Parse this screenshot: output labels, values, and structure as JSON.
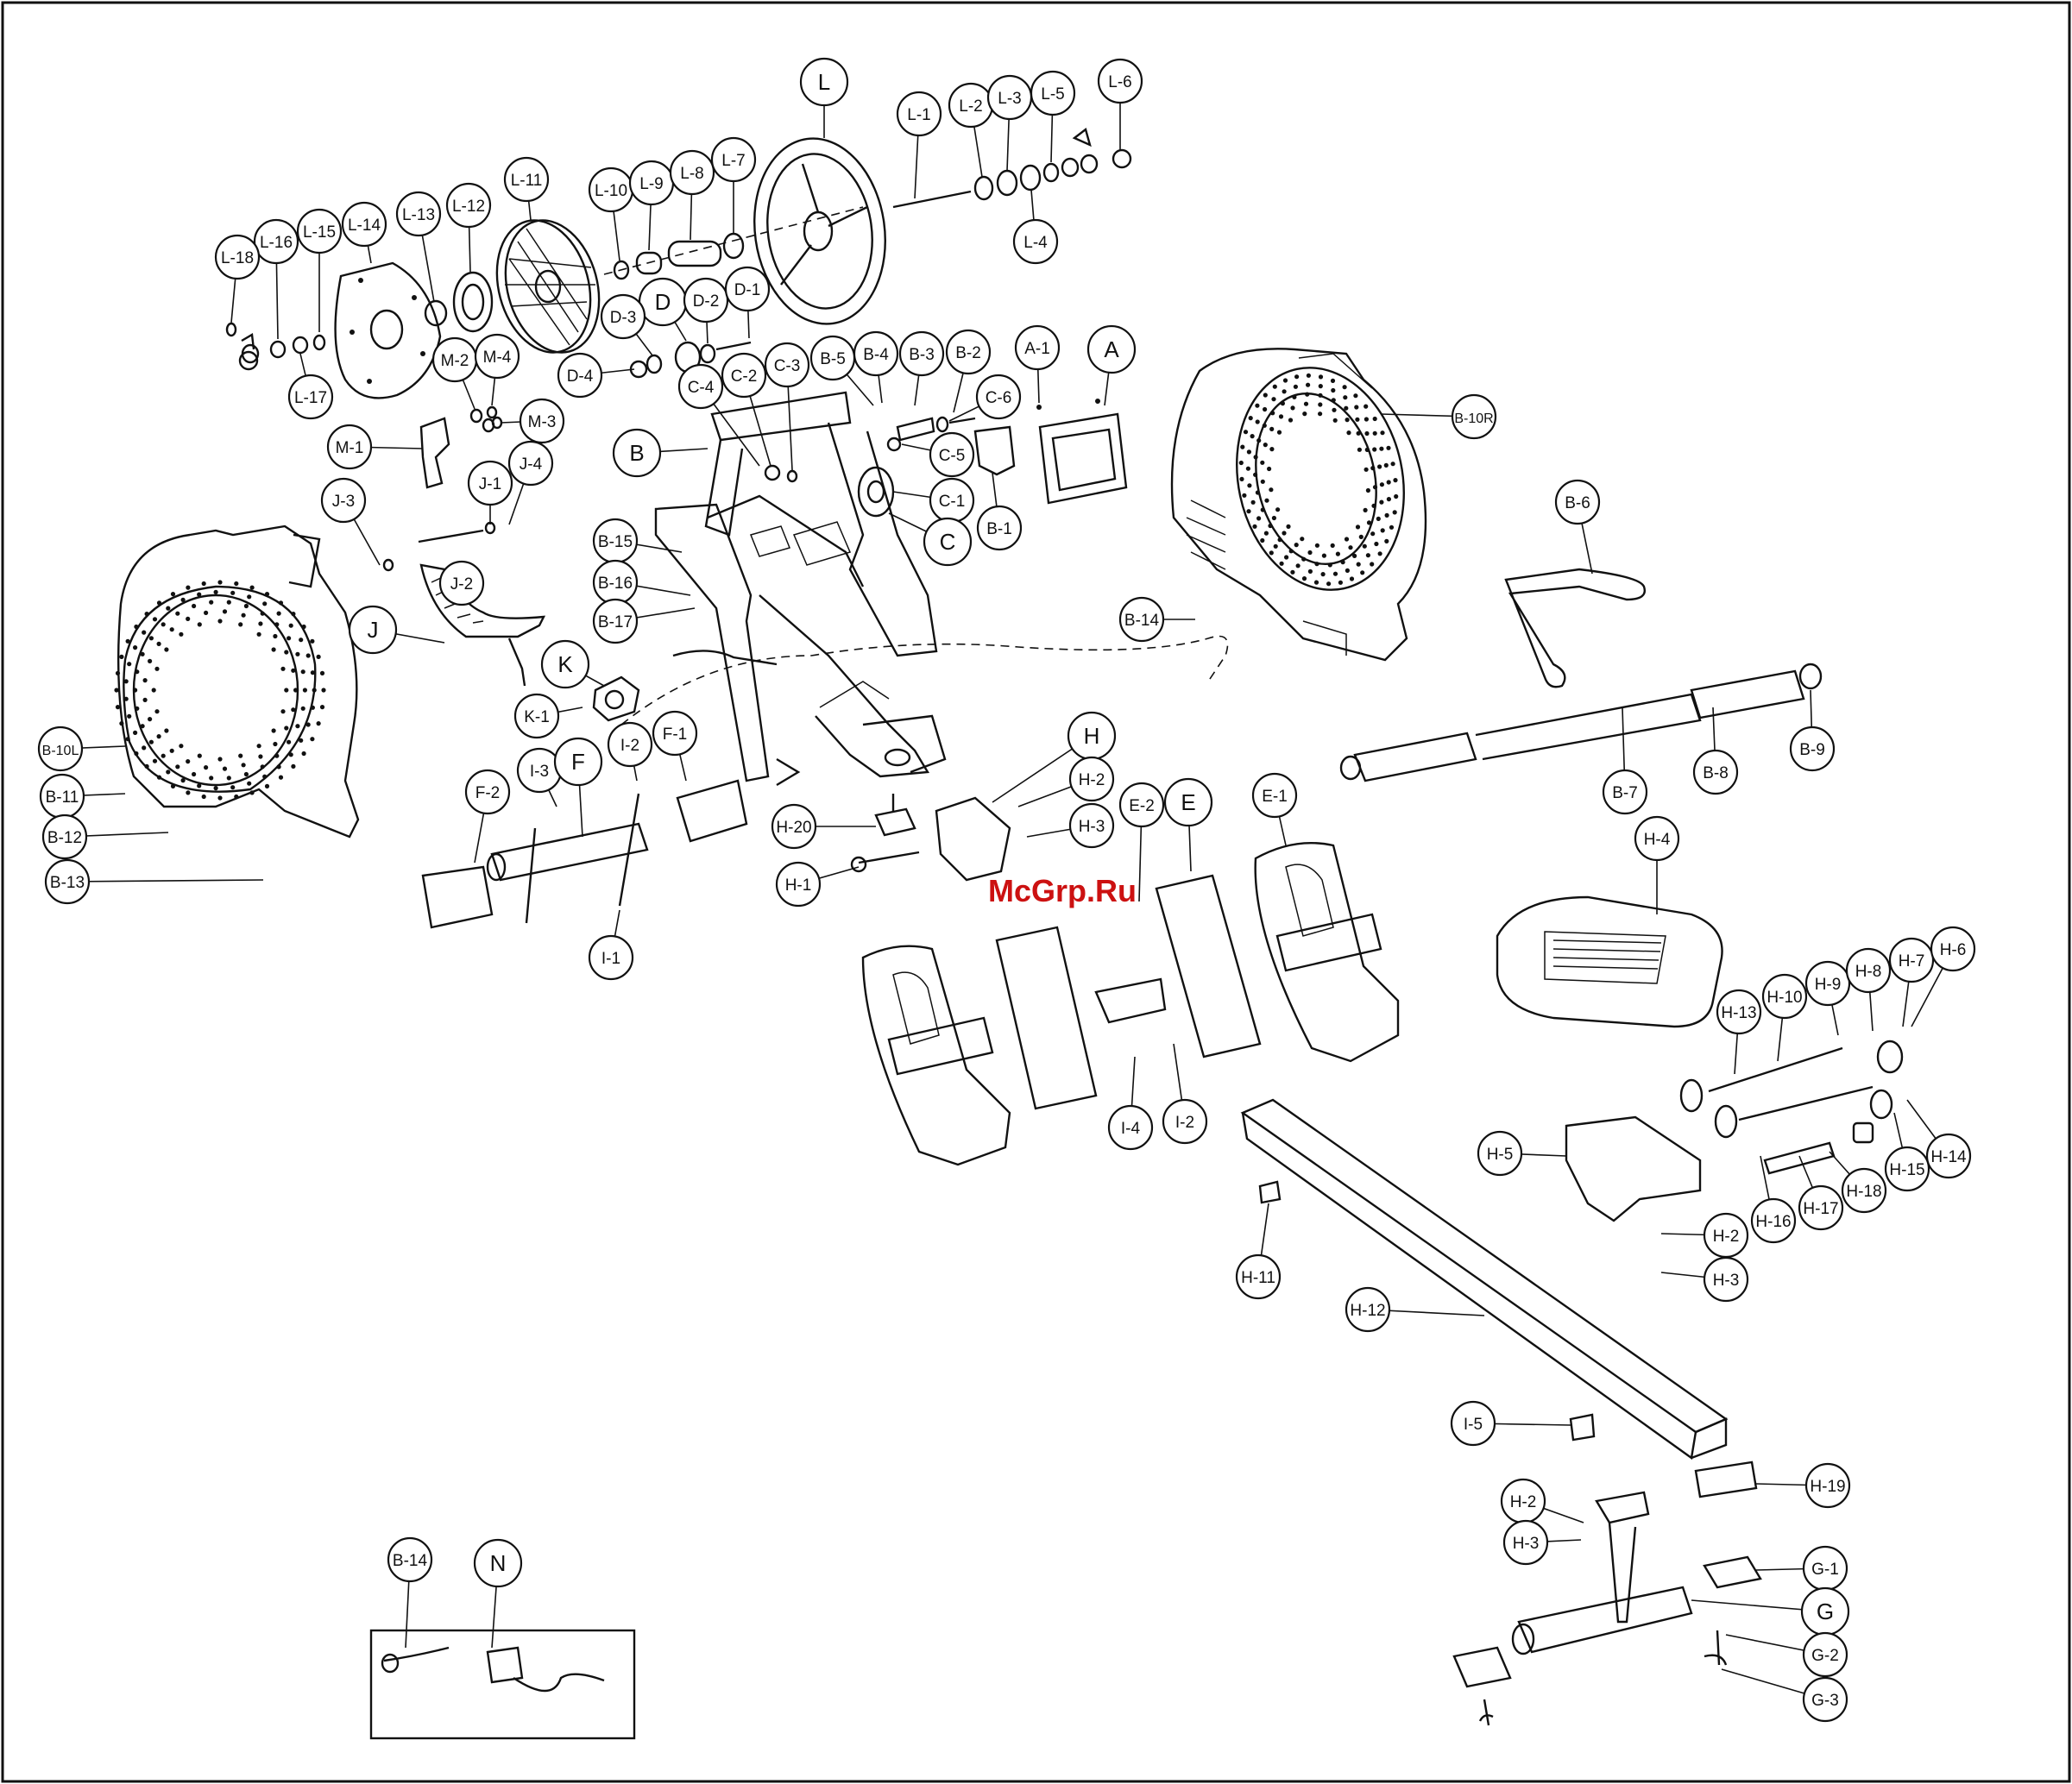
{
  "diagram": {
    "watermark": "McGrp.Ru",
    "callouts": [
      {
        "id": "L",
        "label": "L"
      },
      {
        "id": "L-1",
        "label": "L-1"
      },
      {
        "id": "L-2",
        "label": "L-2"
      },
      {
        "id": "L-3",
        "label": "L-3"
      },
      {
        "id": "L-5",
        "label": "L-5"
      },
      {
        "id": "L-6",
        "label": "L-6"
      },
      {
        "id": "L-4",
        "label": "L-4"
      },
      {
        "id": "L-11",
        "label": "L-11"
      },
      {
        "id": "L-10",
        "label": "L-10"
      },
      {
        "id": "L-9",
        "label": "L-9"
      },
      {
        "id": "L-8",
        "label": "L-8"
      },
      {
        "id": "L-7",
        "label": "L-7"
      },
      {
        "id": "L-12",
        "label": "L-12"
      },
      {
        "id": "L-13",
        "label": "L-13"
      },
      {
        "id": "L-14",
        "label": "L-14"
      },
      {
        "id": "L-15",
        "label": "L-15"
      },
      {
        "id": "L-16",
        "label": "L-16"
      },
      {
        "id": "L-18",
        "label": "L-18"
      },
      {
        "id": "L-17",
        "label": "L-17"
      },
      {
        "id": "D",
        "label": "D"
      },
      {
        "id": "D-3",
        "label": "D-3"
      },
      {
        "id": "D-2",
        "label": "D-2"
      },
      {
        "id": "D-1",
        "label": "D-1"
      },
      {
        "id": "D-4",
        "label": "D-4"
      },
      {
        "id": "M-2",
        "label": "M-2"
      },
      {
        "id": "M-4",
        "label": "M-4"
      },
      {
        "id": "M-3",
        "label": "M-3"
      },
      {
        "id": "M-1",
        "label": "M-1"
      },
      {
        "id": "A-1",
        "label": "A-1"
      },
      {
        "id": "A",
        "label": "A"
      },
      {
        "id": "C-2",
        "label": "C-2"
      },
      {
        "id": "C-3",
        "label": "C-3"
      },
      {
        "id": "B-5",
        "label": "B-5"
      },
      {
        "id": "B-4",
        "label": "B-4"
      },
      {
        "id": "B-3",
        "label": "B-3"
      },
      {
        "id": "B-2",
        "label": "B-2"
      },
      {
        "id": "C-4",
        "label": "C-4"
      },
      {
        "id": "C-6",
        "label": "C-6"
      },
      {
        "id": "C-5",
        "label": "C-5"
      },
      {
        "id": "C-1",
        "label": "C-1"
      },
      {
        "id": "C",
        "label": "C"
      },
      {
        "id": "B",
        "label": "B"
      },
      {
        "id": "B-1",
        "label": "B-1"
      },
      {
        "id": "B-10R",
        "label": "B-10R"
      },
      {
        "id": "B-6",
        "label": "B-6"
      },
      {
        "id": "J-3",
        "label": "J-3"
      },
      {
        "id": "J-1",
        "label": "J-1"
      },
      {
        "id": "J-4",
        "label": "J-4"
      },
      {
        "id": "J-2",
        "label": "J-2"
      },
      {
        "id": "J",
        "label": "J"
      },
      {
        "id": "B-15",
        "label": "B-15"
      },
      {
        "id": "B-16",
        "label": "B-16"
      },
      {
        "id": "B-17",
        "label": "B-17"
      },
      {
        "id": "B-14a",
        "label": "B-14"
      },
      {
        "id": "K",
        "label": "K"
      },
      {
        "id": "K-1",
        "label": "K-1"
      },
      {
        "id": "B-10L",
        "label": "B-10L"
      },
      {
        "id": "B-11",
        "label": "B-11"
      },
      {
        "id": "B-12",
        "label": "B-12"
      },
      {
        "id": "B-13",
        "label": "B-13"
      },
      {
        "id": "I-3a",
        "label": "I-3"
      },
      {
        "id": "F",
        "label": "F"
      },
      {
        "id": "I-2a",
        "label": "I-2"
      },
      {
        "id": "F-1",
        "label": "F-1"
      },
      {
        "id": "F-2",
        "label": "F-2"
      },
      {
        "id": "I-1",
        "label": "I-1"
      },
      {
        "id": "H",
        "label": "H"
      },
      {
        "id": "H-2a",
        "label": "H-2"
      },
      {
        "id": "H-3a",
        "label": "H-3"
      },
      {
        "id": "H-20",
        "label": "H-20"
      },
      {
        "id": "H-1",
        "label": "H-1"
      },
      {
        "id": "E-2",
        "label": "E-2"
      },
      {
        "id": "E",
        "label": "E"
      },
      {
        "id": "E-1",
        "label": "E-1"
      },
      {
        "id": "I-4",
        "label": "I-4"
      },
      {
        "id": "I-2b",
        "label": "I-2"
      },
      {
        "id": "B-7",
        "label": "B-7"
      },
      {
        "id": "B-8",
        "label": "B-8"
      },
      {
        "id": "B-9",
        "label": "B-9"
      },
      {
        "id": "H-4",
        "label": "H-4"
      },
      {
        "id": "H-13",
        "label": "H-13"
      },
      {
        "id": "H-10",
        "label": "H-10"
      },
      {
        "id": "H-9",
        "label": "H-9"
      },
      {
        "id": "H-8",
        "label": "H-8"
      },
      {
        "id": "H-7",
        "label": "H-7"
      },
      {
        "id": "H-6",
        "label": "H-6"
      },
      {
        "id": "H-5",
        "label": "H-5"
      },
      {
        "id": "H-14",
        "label": "H-14"
      },
      {
        "id": "H-15",
        "label": "H-15"
      },
      {
        "id": "H-18",
        "label": "H-18"
      },
      {
        "id": "H-17",
        "label": "H-17"
      },
      {
        "id": "H-16",
        "label": "H-16"
      },
      {
        "id": "H-2b",
        "label": "H-2"
      },
      {
        "id": "H-3b",
        "label": "H-3"
      },
      {
        "id": "H-11",
        "label": "H-11"
      },
      {
        "id": "H-12",
        "label": "H-12"
      },
      {
        "id": "I-5",
        "label": "I-5"
      },
      {
        "id": "H-19",
        "label": "H-19"
      },
      {
        "id": "H-2c",
        "label": "H-2"
      },
      {
        "id": "H-3c",
        "label": "H-3"
      },
      {
        "id": "G-1",
        "label": "G-1"
      },
      {
        "id": "G",
        "label": "G"
      },
      {
        "id": "G-2",
        "label": "G-2"
      },
      {
        "id": "G-3",
        "label": "G-3"
      },
      {
        "id": "B-14b",
        "label": "B-14"
      },
      {
        "id": "N",
        "label": "N"
      }
    ]
  }
}
